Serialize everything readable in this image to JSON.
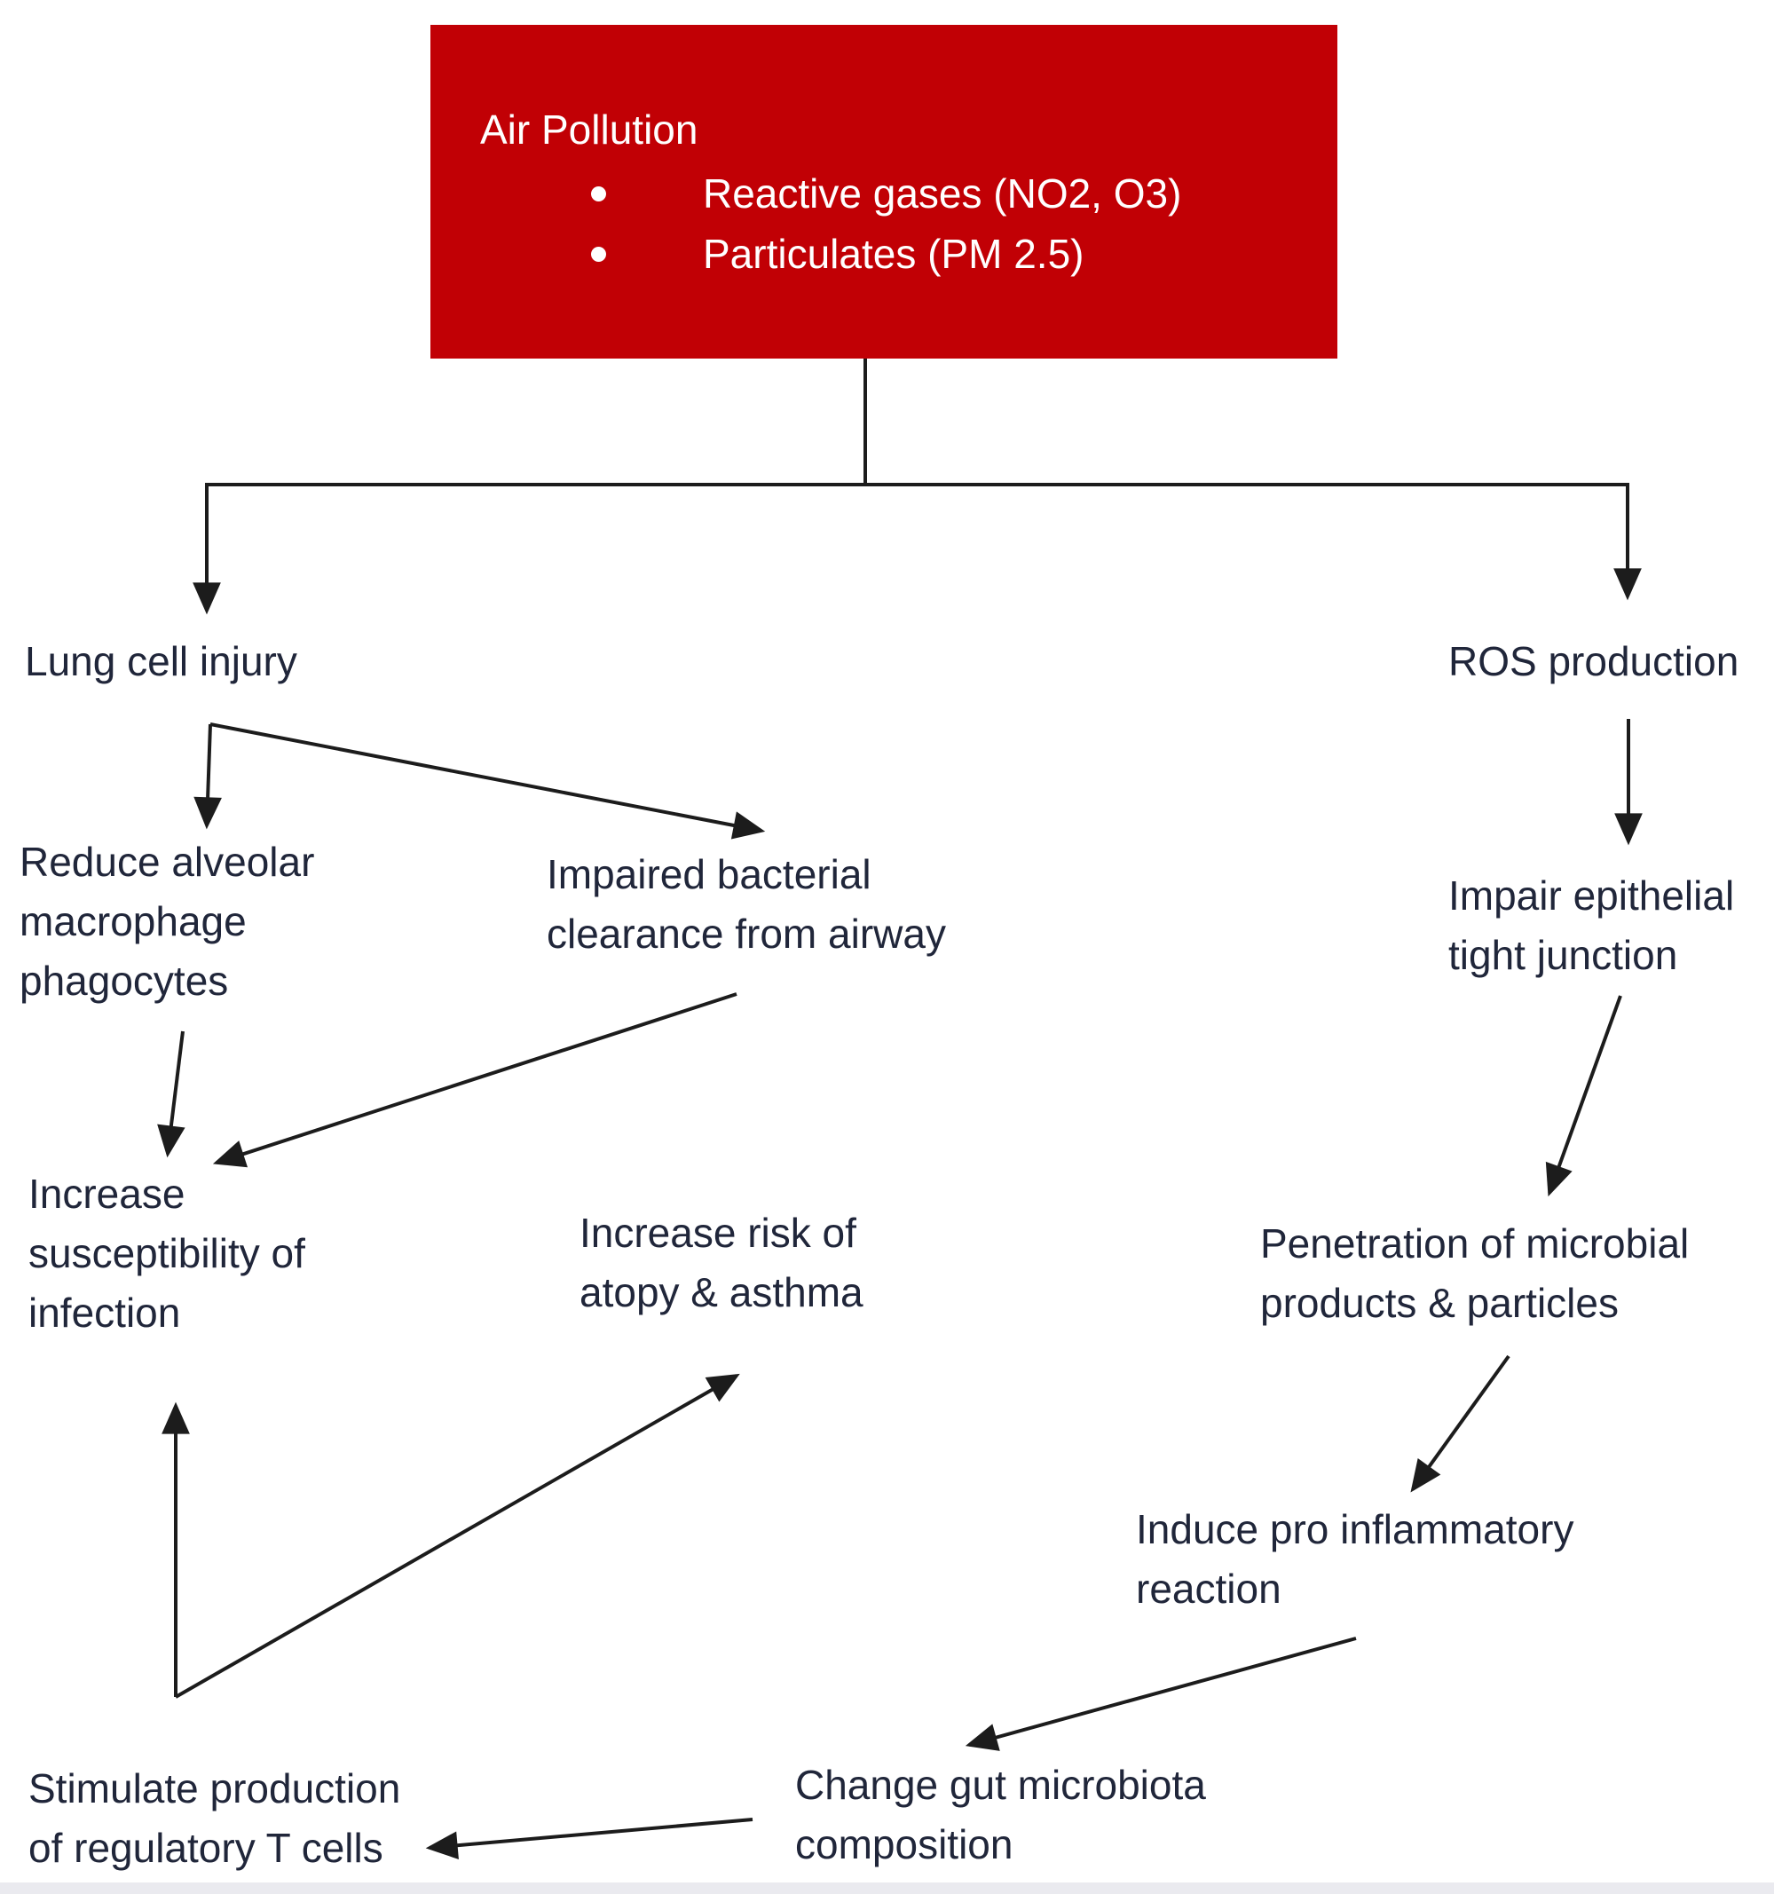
{
  "root_box": {
    "title": "Air Pollution",
    "bullets": [
      "Reactive gases (NO2, O3)",
      "Particulates (PM 2.5)"
    ],
    "bg_color": "#c10005",
    "text_color": "#ffffff"
  },
  "nodes": {
    "lung_cell_injury": "Lung cell injury",
    "ros_production": "ROS production",
    "reduce_alveolar": "Reduce alveolar\nmacrophage\nphagocytes",
    "impaired_bacterial": "Impaired bacterial\nclearance from airway",
    "increase_susceptibility": "Increase\nsusceptibility of\ninfection",
    "increase_risk": "Increase risk of\natopy & asthma",
    "impair_epithelial": "Impair epithelial\ntight junction",
    "penetration": "Penetration of microbial\nproducts & particles",
    "induce_pro_inflammatory": "Induce pro inflammatory\nreaction",
    "change_gut": "Change gut microbiota\ncomposition",
    "stimulate_production": "Stimulate production\nof regulatory T cells"
  },
  "colors": {
    "node_text": "#20263a",
    "arrow": "#1c1c1c",
    "background": "#ffffff"
  }
}
